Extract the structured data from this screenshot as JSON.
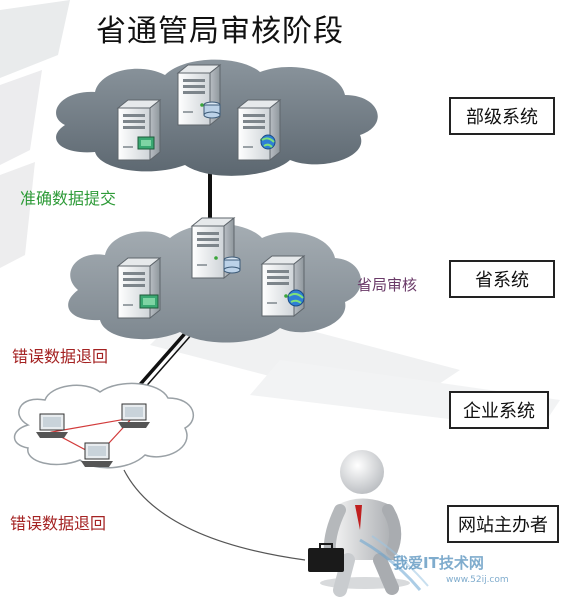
{
  "title": "省通管局审核阶段",
  "systems": {
    "ministry": "部级系统",
    "province": "省系统",
    "enterprise": "企业系统",
    "site_host": "网站主办者"
  },
  "labels": {
    "accurate_submit": "准确数据提交",
    "province_review": "省局审核",
    "error_return_1": "错误数据退回",
    "error_return_2": "错误数据退回"
  },
  "watermark": {
    "text": "我爱IT技术网",
    "url": "www.52ij.com"
  },
  "colors": {
    "cloud": "#6f7b85",
    "label_green": "#2e9b38",
    "label_red": "#a42222",
    "label_purple": "#6a3a68",
    "link_red": "#d23b3b"
  },
  "icons": [
    "server-icon",
    "database-icon",
    "globe-icon",
    "laptop-icon",
    "person-icon",
    "briefcase-icon"
  ]
}
